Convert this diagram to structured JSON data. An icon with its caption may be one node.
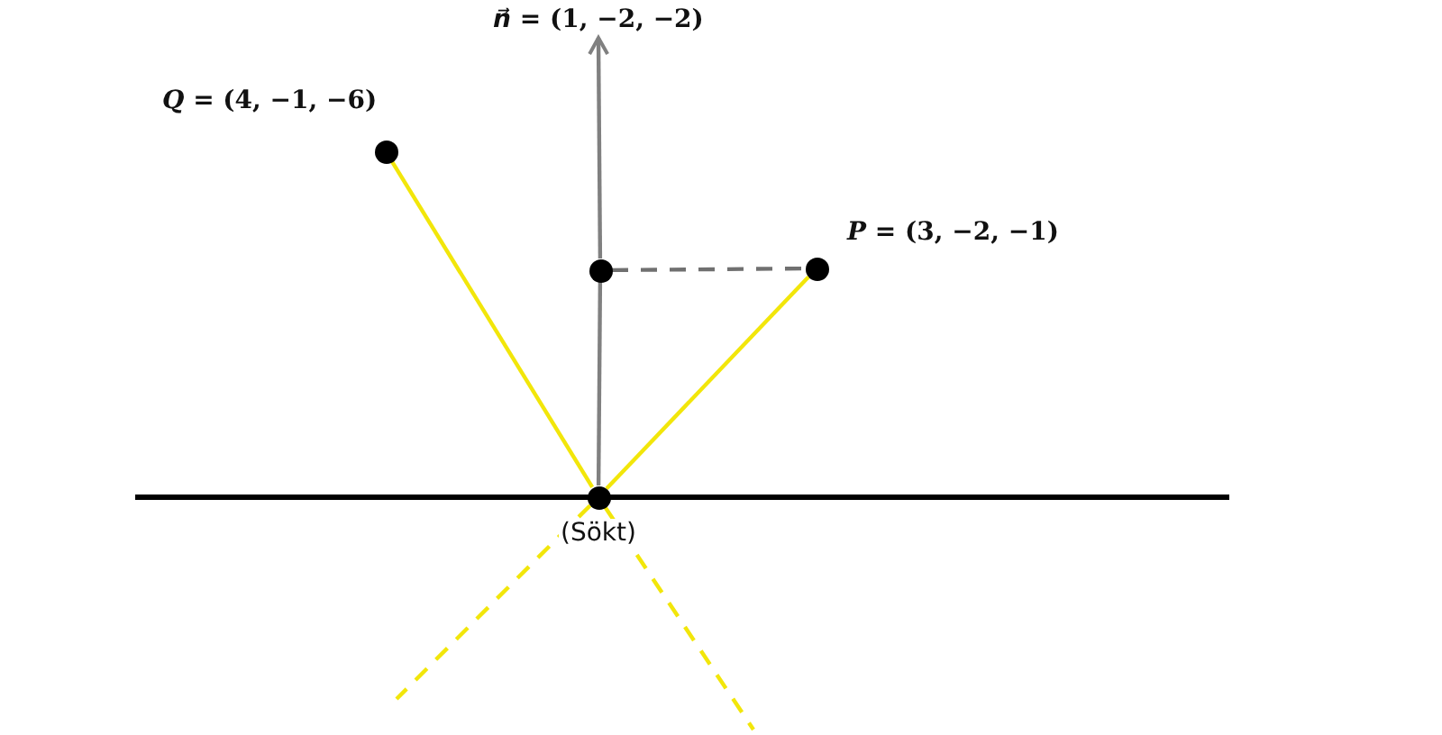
{
  "diagram": {
    "nodes": [
      {
        "text": [],
        "shape": "circle",
        "beside": [
          "*Q* = (4, −1, −6)"
        ]
      },
      {
        "text": [
          "*n⃗* = (1, −2, −2)"
        ]
      },
      {
        "text": [],
        "shape": "circle"
      },
      {
        "text": [],
        "shape": "circle",
        "beside": [
          "*P* = (3, −2, −1)"
        ]
      },
      {
        "text": [],
        "shape": "circle",
        "beside": [
          "(Sökt)"
        ]
      }
    ],
    "edges": [
      {
        "from": 0,
        "to": 4,
        "arrow": "none"
      },
      {
        "from": 3,
        "to": 4,
        "arrow": "none"
      },
      {
        "from": 4,
        "to": 2,
        "arrow": "none",
        "color": "#808080"
      },
      {
        "from": 2,
        "to": 1,
        "arrow": "to",
        "color": "#808080"
      },
      {
        "from": 2,
        "to": 3,
        "arrow": "none",
        "style": "dashed",
        "color": "#707070"
      },
      {
        "from": 4,
        "to": null,
        "arrow": "none",
        "style": "dashed"
      },
      {
        "from": 4,
        "to": null,
        "arrow": "none",
        "style": "dashed"
      }
    ]
  }
}
